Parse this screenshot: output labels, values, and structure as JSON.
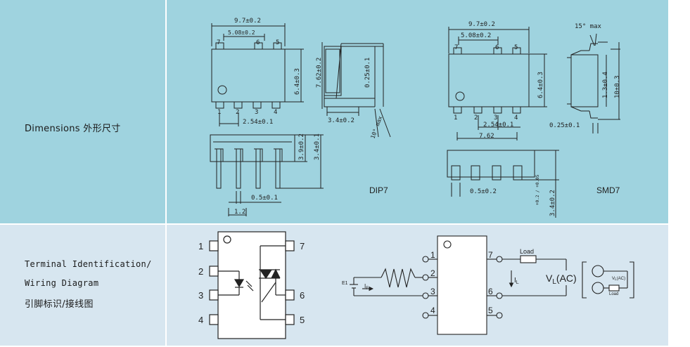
{
  "rows": {
    "dimensions_label": "Dimensions 外形尺寸",
    "terminal_label_line1": "Terminal Identification/",
    "terminal_label_line2": "Wiring Diagram",
    "terminal_label_line3": "引脚标识/接线图"
  },
  "dip7": {
    "name": "DIP7",
    "width_total": "9.7±0.2",
    "pin_pitch_top": "5.08±0.2",
    "body_height": "6.4±0.3",
    "lead_span": "7.62±0.2",
    "lead_thickness": "0.25±0.1",
    "pitch": "2.54±0.1",
    "body_thickness": "3.9±0.2",
    "overall_height": "3.4±0.1",
    "lead_width": "0.5±0.1",
    "lead_shoulder": "1.2",
    "seat_offset": "3.4±0.2",
    "lead_angle": "10° max",
    "top_pins": [
      "7",
      "6",
      "5"
    ],
    "bottom_pins": [
      "1",
      "2",
      "3",
      "4"
    ]
  },
  "smd7": {
    "name": "SMD7",
    "width_total": "9.7±0.2",
    "pin_pitch_top": "5.08±0.2",
    "body_height": "6.4±0.3",
    "lead_angle": "15° max",
    "body_side": "1.3±0.4",
    "overall_width": "10±0.3",
    "pitch": "2.54±0.1",
    "span": "7.62",
    "lead_thickness": "0.25±0.1",
    "lead_width": "0.5±0.2",
    "height": "3.4±0.2",
    "height_tol": "+0.2 / +0.05",
    "top_pins": [
      "7",
      "6",
      "5"
    ],
    "bottom_pins": [
      "1",
      "2",
      "3",
      "4"
    ]
  },
  "pinout": {
    "left_pins": [
      "1",
      "2",
      "3",
      "4"
    ],
    "right_pins": [
      "7",
      "6",
      "5"
    ]
  },
  "wiring": {
    "left_pins": [
      "1",
      "2",
      "3",
      "4"
    ],
    "right_pins": [
      "7",
      "6",
      "5"
    ],
    "source_label": "E1",
    "current_if": "I",
    "current_if_sub": "F",
    "load_label": "Load",
    "current_il": "I",
    "current_il_sub": "L",
    "vl_label": "V",
    "vl_sub": "L",
    "vl_suffix": "(AC)",
    "small_vl": "V",
    "small_vl_sub": "L",
    "small_vl_suffix": "(AC)",
    "small_load": "Load"
  },
  "colors": {
    "top_row": "#9fd3df",
    "bottom_row": "#d7e6f0",
    "line": "#222222"
  }
}
